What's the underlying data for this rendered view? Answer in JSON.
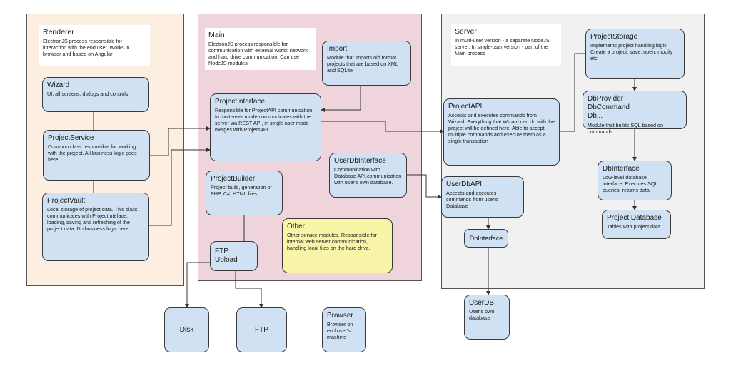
{
  "renderer": {
    "title": "Renderer",
    "desc": "ElectronJS process responsible for interaction with the end user. Works in browser and based on Angular"
  },
  "main": {
    "title": "Main",
    "desc": "ElectronJS process responsible for communication with external world: network and hard drive communication. Can use NodeJS modules."
  },
  "server": {
    "title": "Server",
    "desc": "In multi-user version - a separate NodeJS server. In single-user version - part of the Main process"
  },
  "nodes": {
    "wizard": {
      "title": "Wizard",
      "desc": "UI: all screens, dialogs and controls"
    },
    "project_service": {
      "title": "ProjectService",
      "desc": "Common class responsible for working with the project. All business logic goes here."
    },
    "project_vault": {
      "title": "ProjectVault",
      "desc": "Local storage of project data. This class communicates with ProjectInteface, loading, saving and refreshing of the project data. No business logic here."
    },
    "import": {
      "title": "Import",
      "desc": "Module that imports old format projects that are based on XML and SQLite"
    },
    "project_interface": {
      "title": "ProjectInterface",
      "desc": "Responsible for ProjectAPI communication. In multi-user mode communicates with the server via REST API, in single user mode merges with ProjectAPI."
    },
    "user_db_interface": {
      "title": "UserDbInterface",
      "desc": "Communication with Database API,communication with user's own database."
    },
    "project_builder": {
      "title": "ProjectBuilder",
      "desc": "Project build, generation of PHP, C#, HTML files."
    },
    "other": {
      "title": "Other",
      "desc": "Other service modules. Responsible for internal web server communication, handling local files on the hard drive."
    },
    "ftp_upload": {
      "title": "FTP Upload"
    },
    "project_api": {
      "title": "ProjectAPI",
      "desc": "Accepts and executes commands from Wizard. Everything that Wizard can do with the project will be defined here. Able to accept multiple commands and execute them as a single transaction"
    },
    "project_storage": {
      "title": "ProjectStorage",
      "desc": "Implements project handling logic. Create a project, save, open, modify etc."
    },
    "db_provider": {
      "title_lines": [
        "DbProvider",
        "DbCommand",
        "Db..."
      ],
      "desc": "Module that builds SQL based on commands"
    },
    "db_interface_low": {
      "title": "DbInterface",
      "desc": "Low-level database interface. Executes SQL queries, returns data"
    },
    "project_database": {
      "title": "Project Database",
      "desc": "Tables with project data"
    },
    "user_db_api": {
      "title": "UserDbAPI",
      "desc": "Accepts and executes commands from user's Database"
    },
    "db_interface": {
      "title": "DbInterface"
    },
    "disk": {
      "title": "Disk"
    },
    "ftp": {
      "title": "FTP"
    },
    "browser": {
      "title": "Browser",
      "desc": "Browser on end user's machine"
    },
    "user_db": {
      "title": "UserDB",
      "desc": "User's own database"
    }
  }
}
